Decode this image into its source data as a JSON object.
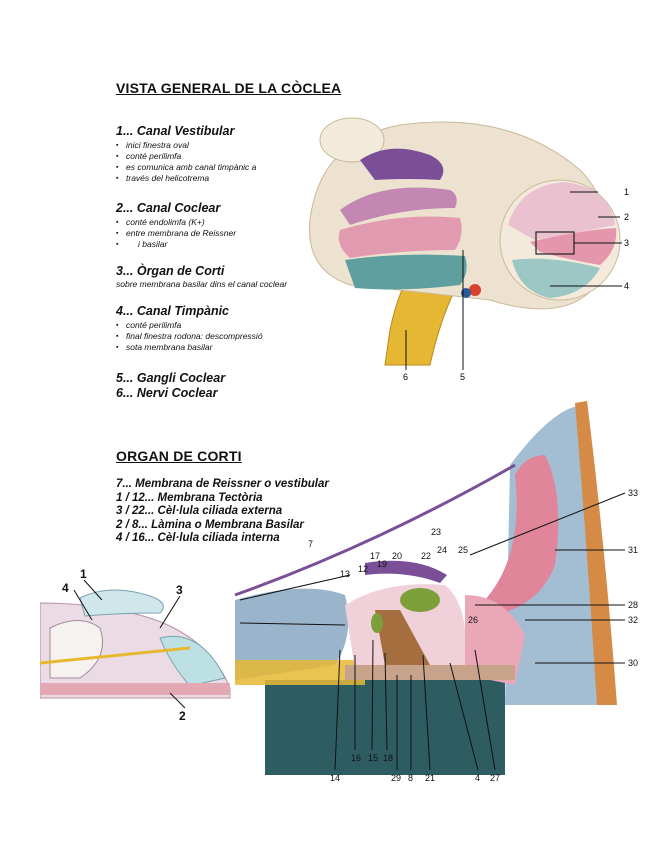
{
  "title1": "VISTA GENERAL DE LA CÒCLEA",
  "sections": [
    {
      "heading": "1... Canal Vestibular",
      "bullets": [
        "inici finestra oval",
        "conté perilimfa",
        "es comunica amb canal timpànic a",
        "través del helicotrema"
      ]
    },
    {
      "heading": "2... Canal Coclear",
      "bullets": [
        "conté endolimfa (K+)",
        "entre membrana de Reissner",
        "i basilar"
      ]
    },
    {
      "heading": "3... Òrgan de Corti",
      "text": "sobre membrana basilar dins el canal coclear"
    },
    {
      "heading": "4... Canal Timpànic",
      "bullets": [
        "conté perilimfa",
        "final finestra rodona: descompressió",
        "sota membrana basilar"
      ]
    },
    {
      "heading": "5... Gangli Coclear"
    },
    {
      "heading": "6... Nervi Coclear"
    }
  ],
  "title2": "ORGAN DE CORTI",
  "corti_captions": [
    "7... Membrana de Reissner o vestibular",
    "1 / 12... Membrana Tectòria",
    "3 / 22... Cèl·lula ciliada externa",
    "2 / 8... Làmina o Membrana Basilar",
    "4 / 16... Cèl·lula ciliada interna"
  ],
  "cochlea_labels": [
    "1",
    "2",
    "3",
    "4",
    "5",
    "6"
  ],
  "corti_labels": [
    "7",
    "13",
    "12",
    "17",
    "19",
    "20",
    "22",
    "23",
    "24",
    "25",
    "33",
    "31",
    "28",
    "32",
    "30",
    "26",
    "14",
    "16",
    "15",
    "18",
    "29",
    "8",
    "21",
    "4",
    "27"
  ],
  "sketch_labels": [
    "1",
    "4",
    "3",
    "2"
  ],
  "colors": {
    "pink": "#e3a0b4",
    "teal": "#5f9fa0",
    "purple": "#7a4f97",
    "yellow": "#e7b932",
    "blue": "#9ab4cc",
    "cream": "#ece3d2"
  }
}
